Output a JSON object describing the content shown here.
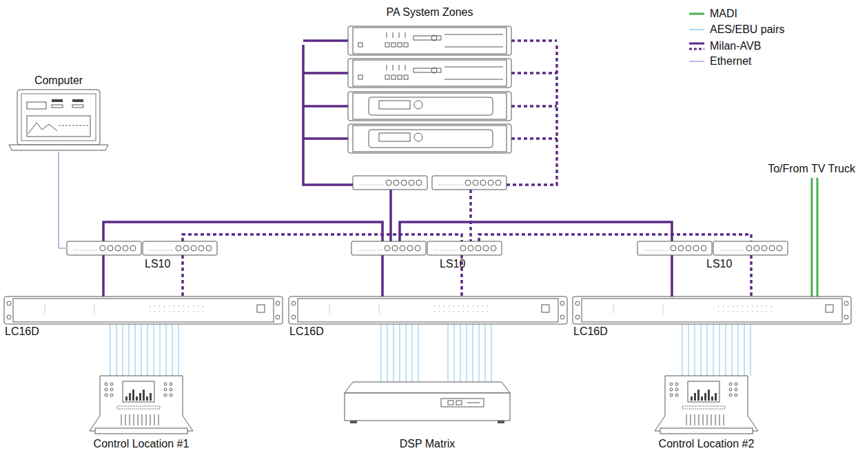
{
  "diagram": {
    "nodes": [
      {
        "text": [
          "PA System Zones"
        ]
      },
      {
        "text": [
          "Computer"
        ]
      },
      {
        "text": [
          "LS10"
        ]
      },
      {
        "text": [
          "LS10"
        ]
      },
      {
        "text": [
          "LS10"
        ]
      },
      {
        "text": [
          "LC16D"
        ]
      },
      {
        "text": [
          "LC16D"
        ]
      },
      {
        "text": [
          "LC16D"
        ]
      },
      {
        "text": [
          "Control Location #1"
        ]
      },
      {
        "text": [
          "DSP Matrix"
        ]
      },
      {
        "text": [
          "Control Location #2"
        ]
      }
    ],
    "edges": [
      {
        "from": 1,
        "to": 2,
        "arrow": "none"
      },
      {
        "from": 2,
        "to": 5,
        "arrow": "none"
      },
      {
        "from": 2,
        "to": 5,
        "arrow": "none"
      },
      {
        "from": 3,
        "to": 6,
        "arrow": "none"
      },
      {
        "from": 3,
        "to": 6,
        "arrow": "none"
      },
      {
        "from": 4,
        "to": 7,
        "arrow": "none"
      },
      {
        "from": 4,
        "to": 7,
        "arrow": "none"
      },
      {
        "from": 0,
        "to": 3,
        "arrow": "none"
      },
      {
        "from": 0,
        "to": 3,
        "arrow": "none"
      },
      {
        "from": 2,
        "to": 3,
        "arrow": "none"
      },
      {
        "from": 2,
        "to": 3,
        "arrow": "none"
      },
      {
        "from": 3,
        "to": 4,
        "arrow": "none"
      },
      {
        "from": 3,
        "to": 4,
        "arrow": "none"
      },
      {
        "from": 5,
        "to": 8,
        "arrow": "none"
      },
      {
        "from": 6,
        "to": 9,
        "arrow": "none"
      },
      {
        "from": 7,
        "to": 10,
        "arrow": "none"
      }
    ],
    "labels": [
      "To/From TV Truck"
    ],
    "legend": [
      {
        "text": "MADI"
      },
      {
        "text": "AES/EBU pairs"
      },
      {
        "text": "Milan-AVB"
      },
      {
        "text": "Ethernet"
      }
    ]
  }
}
